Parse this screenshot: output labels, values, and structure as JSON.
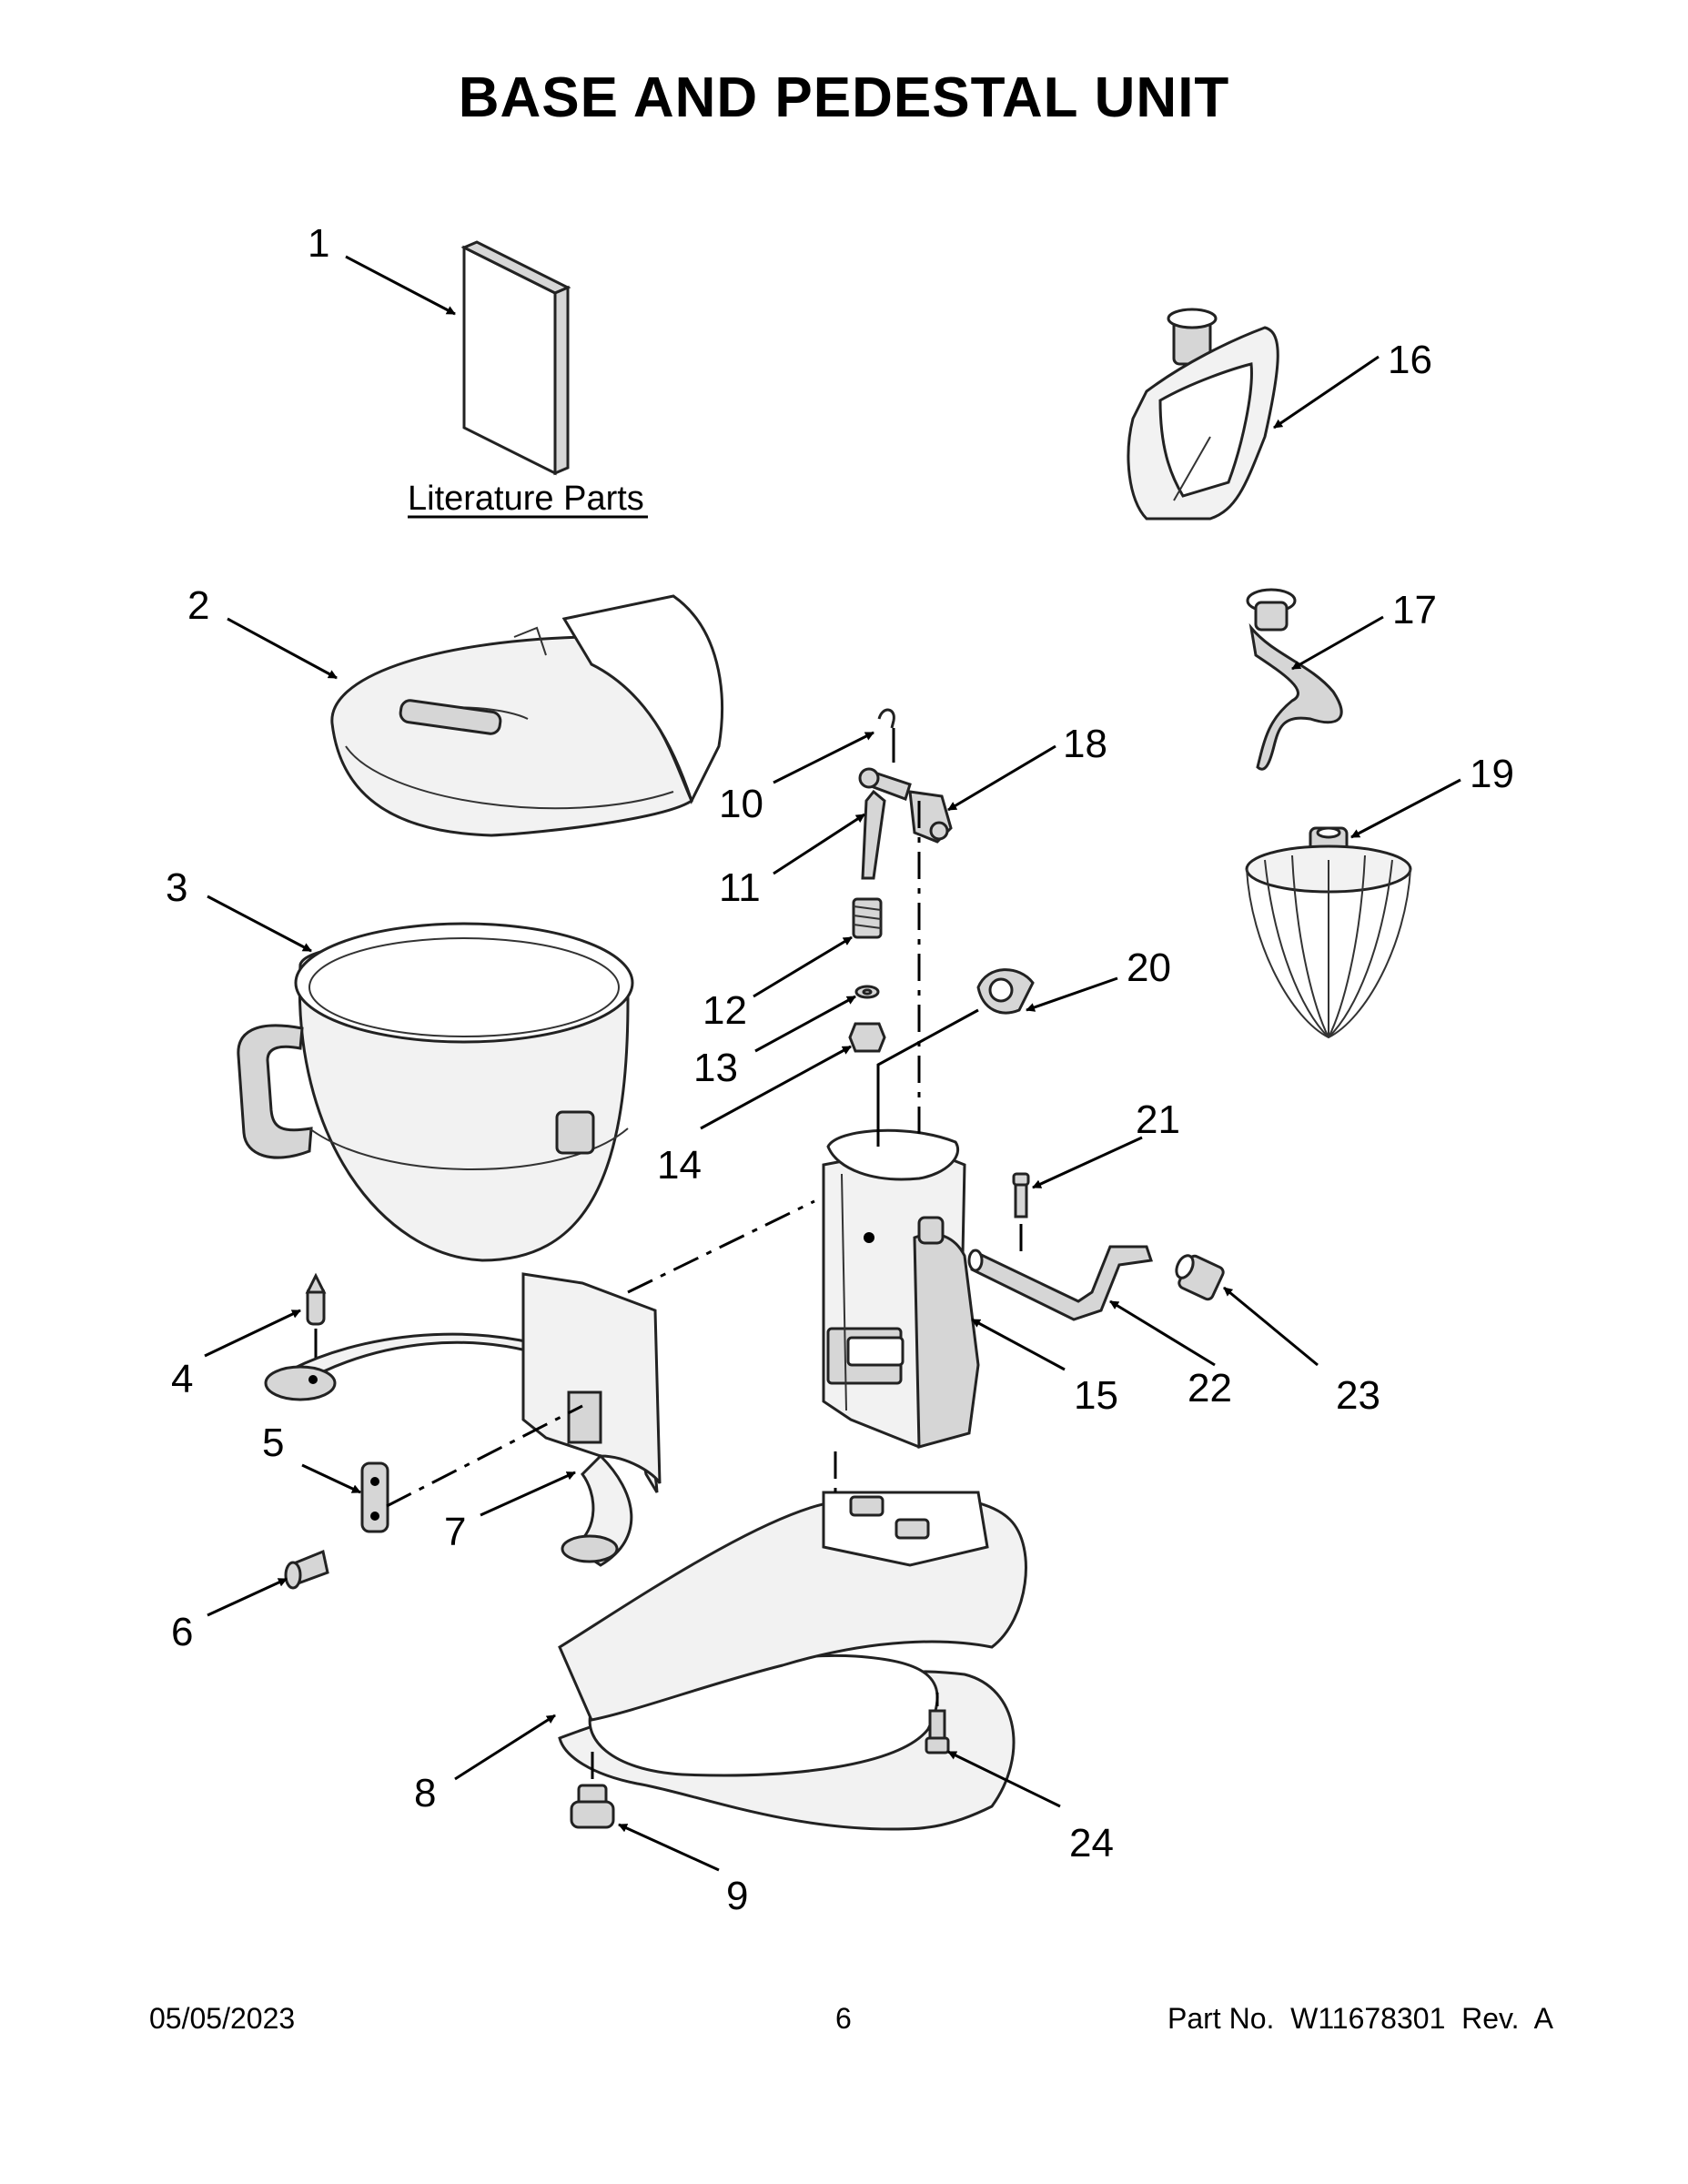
{
  "title": "BASE AND PEDESTAL UNIT",
  "literature_label": "Literature Parts",
  "callouts": [
    "1",
    "2",
    "3",
    "4",
    "5",
    "6",
    "7",
    "8",
    "9",
    "10",
    "11",
    "12",
    "13",
    "14",
    "15",
    "16",
    "17",
    "18",
    "19",
    "20",
    "21",
    "22",
    "23",
    "24"
  ],
  "footer": {
    "date": "05/05/2023",
    "page": "6",
    "part_no": "Part No.  W11678301  Rev.  A"
  }
}
